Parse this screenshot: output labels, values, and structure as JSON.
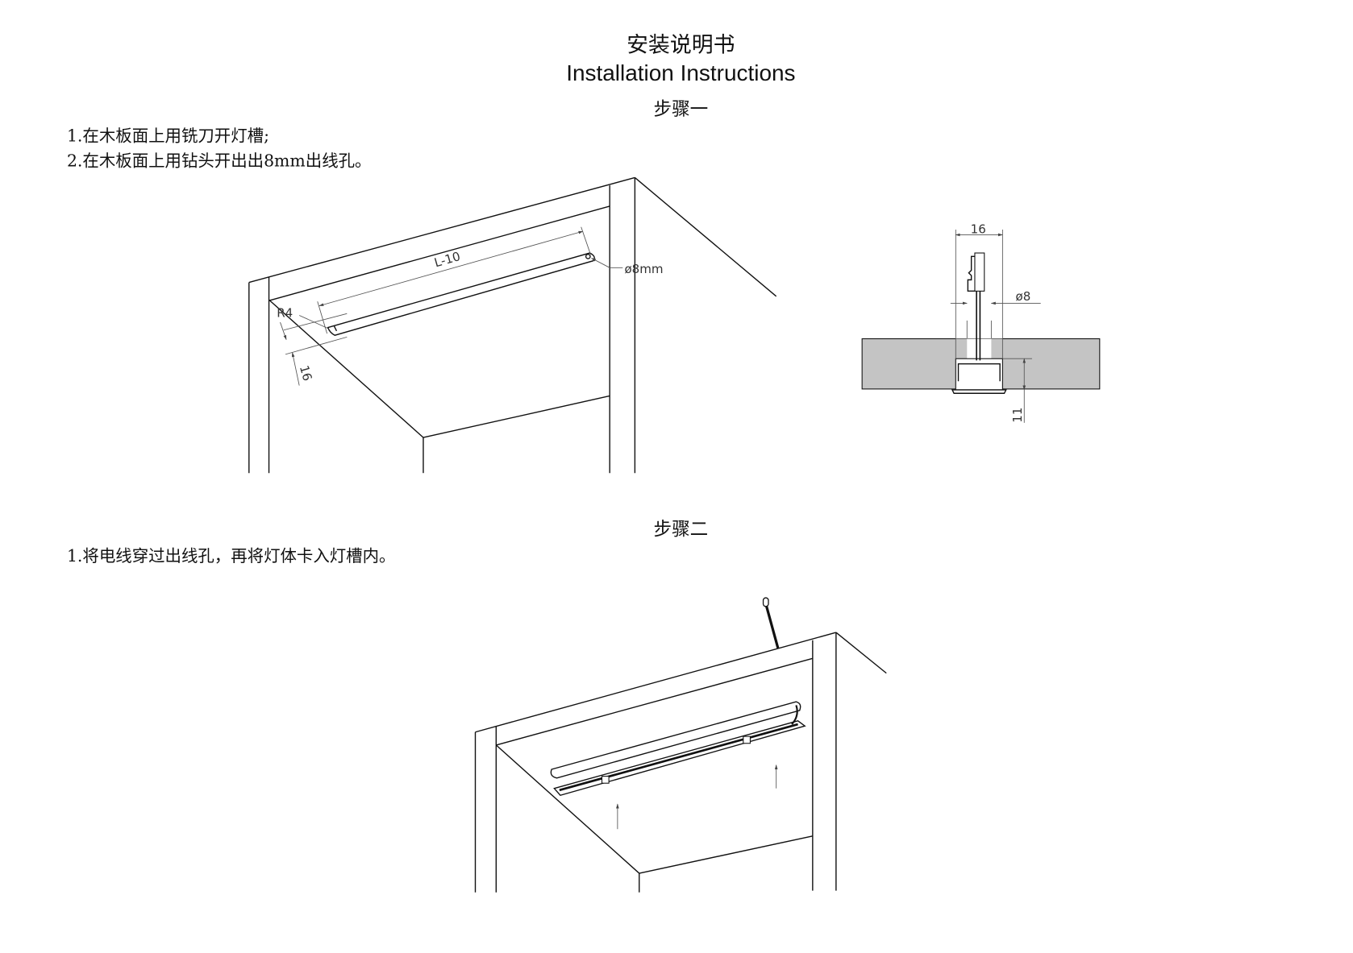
{
  "header": {
    "title_cn": "安装说明书",
    "title_en": "Installation Instructions"
  },
  "step1": {
    "heading": "步骤一",
    "instructions": [
      "1.在木板面上用铣刀开灯槽;",
      "2.在木板面上用钻头开出出8mm出线孔。"
    ],
    "labels": {
      "length": "L-10",
      "hole": "ø8mm",
      "radius": "R4",
      "width": "16"
    },
    "section_labels": {
      "width": "16",
      "hole": "ø8",
      "depth": "11"
    }
  },
  "step2": {
    "heading": "步骤二",
    "instructions": [
      "1.将电线穿过出线孔，再将灯体卡入灯槽内。"
    ]
  },
  "colors": {
    "panel_gray": "#c4c4c4",
    "line": "#111111"
  }
}
